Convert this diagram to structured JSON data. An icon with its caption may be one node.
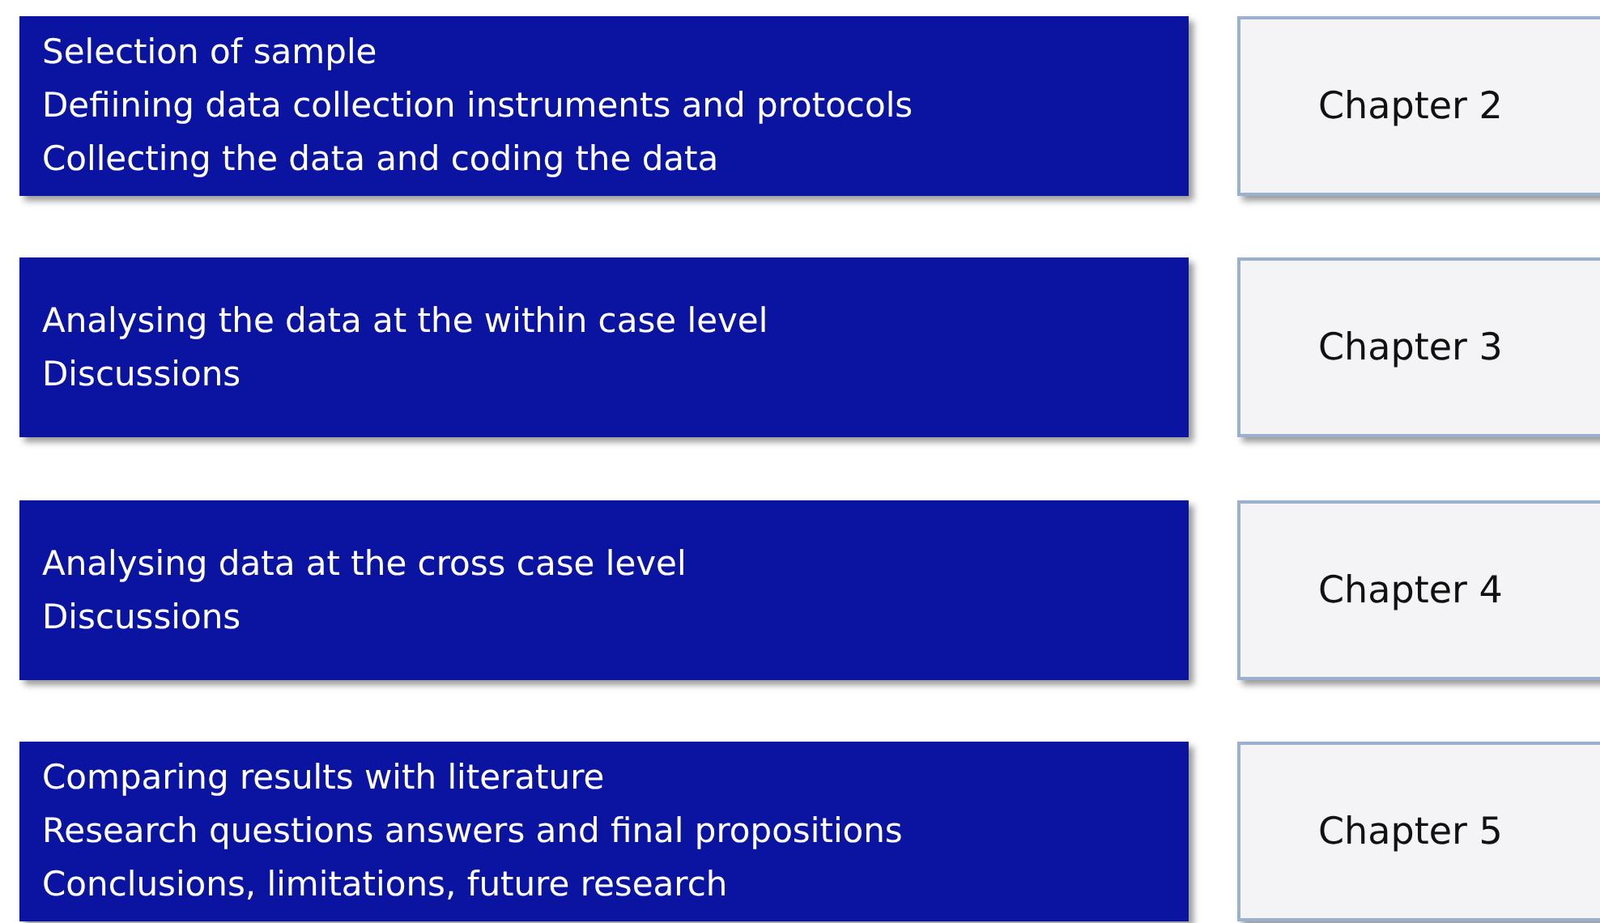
{
  "diagram": {
    "nodes": [
      {
        "text": [
          "Selection of sample",
          "Defiining data collection instruments and protocols",
          "Collecting the data and coding the data"
        ]
      },
      {
        "text": [
          "Chapter 2"
        ]
      },
      {
        "text": [
          "Analysing the data at the within case level",
          "Discussions"
        ]
      },
      {
        "text": [
          "Chapter 3"
        ]
      },
      {
        "text": [
          "Analysing data at the cross case level",
          "Discussions"
        ]
      },
      {
        "text": [
          "Chapter 4"
        ]
      },
      {
        "text": [
          "Comparing results with literature",
          "Research questions answers and final propositions",
          "Conclusions, limitations, future research"
        ]
      },
      {
        "text": [
          "Chapter 5"
        ]
      }
    ]
  }
}
